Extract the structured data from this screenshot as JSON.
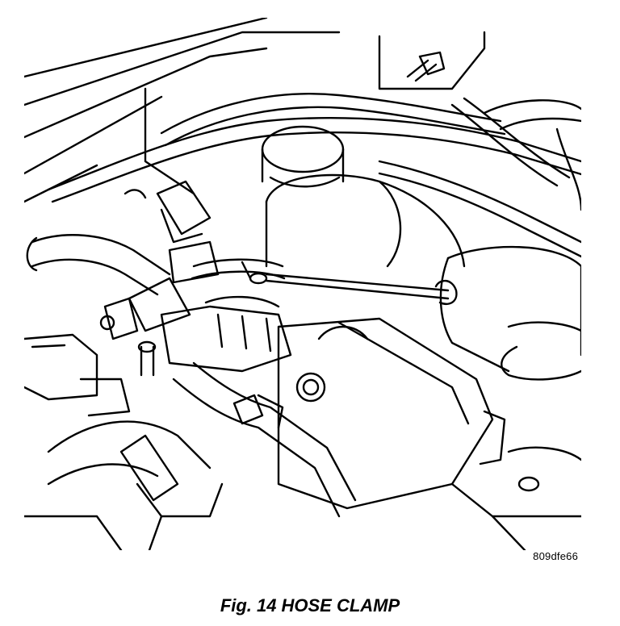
{
  "figure": {
    "number_label": "Fig. 14",
    "title": "HOSE CLAMP",
    "reference_code": "809dfe66"
  },
  "colors": {
    "line": "#000000",
    "fill": "#ffffff"
  }
}
